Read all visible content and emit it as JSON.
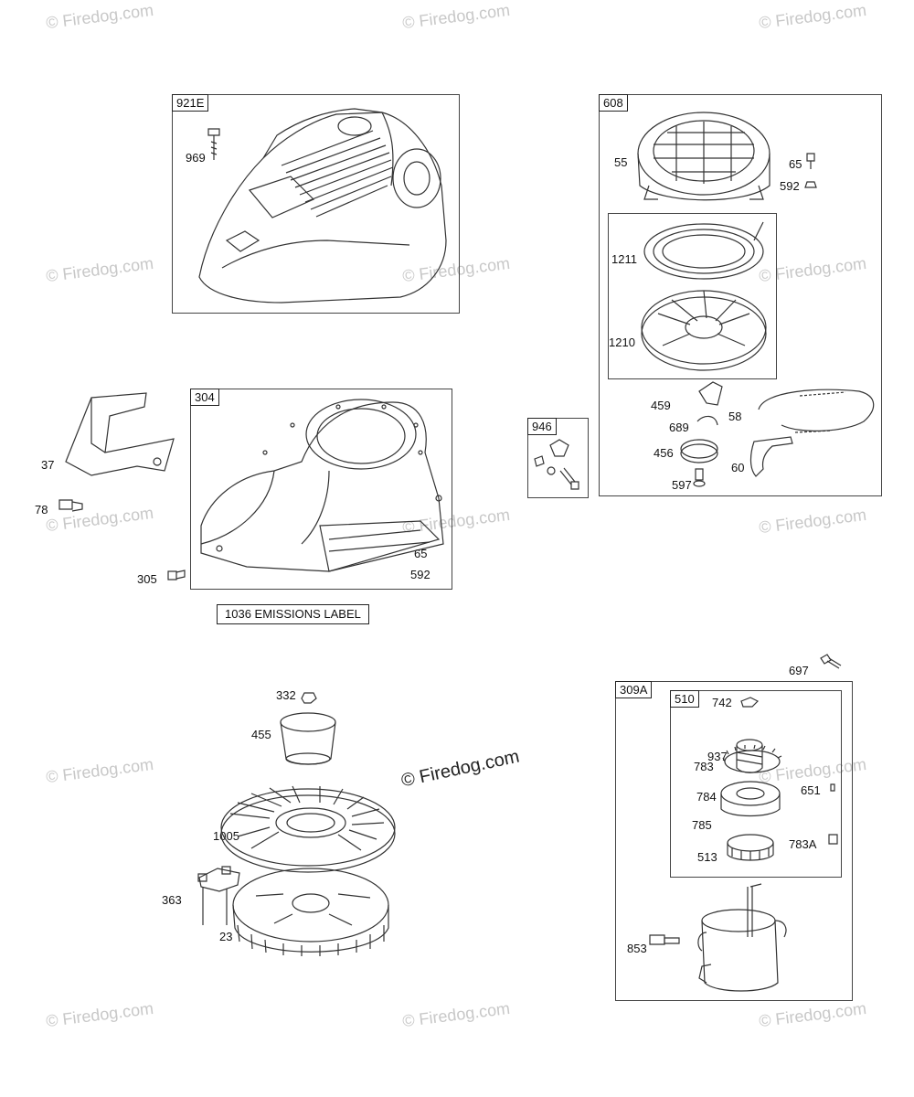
{
  "watermark": {
    "text": "© Firedog.com",
    "center_text": "© Firedog.com"
  },
  "groups": {
    "blower_housing_cover": "921E",
    "blower_housing": "304",
    "rewind_starter": "608",
    "link_kit": "946",
    "starter_motor": "309A",
    "drive_assembly": "510"
  },
  "emissions_label": "1036 EMISSIONS LABEL",
  "part_labels": {
    "p969": "969",
    "p37": "37",
    "p78": "78",
    "p305": "305",
    "p65_housing": "65",
    "p592_housing": "592",
    "p55": "55",
    "p65_starter": "65",
    "p592_starter": "592",
    "p1211": "1211",
    "p1210": "1210",
    "p459": "459",
    "p58": "58",
    "p689": "689",
    "p456": "456",
    "p60": "60",
    "p597": "597",
    "p332": "332",
    "p455": "455",
    "p1005": "1005",
    "p363": "363",
    "p23": "23",
    "p697": "697",
    "p742": "742",
    "p937": "937",
    "p783": "783",
    "p651": "651",
    "p784": "784",
    "p785": "785",
    "p783A": "783A",
    "p513": "513",
    "p853": "853"
  }
}
